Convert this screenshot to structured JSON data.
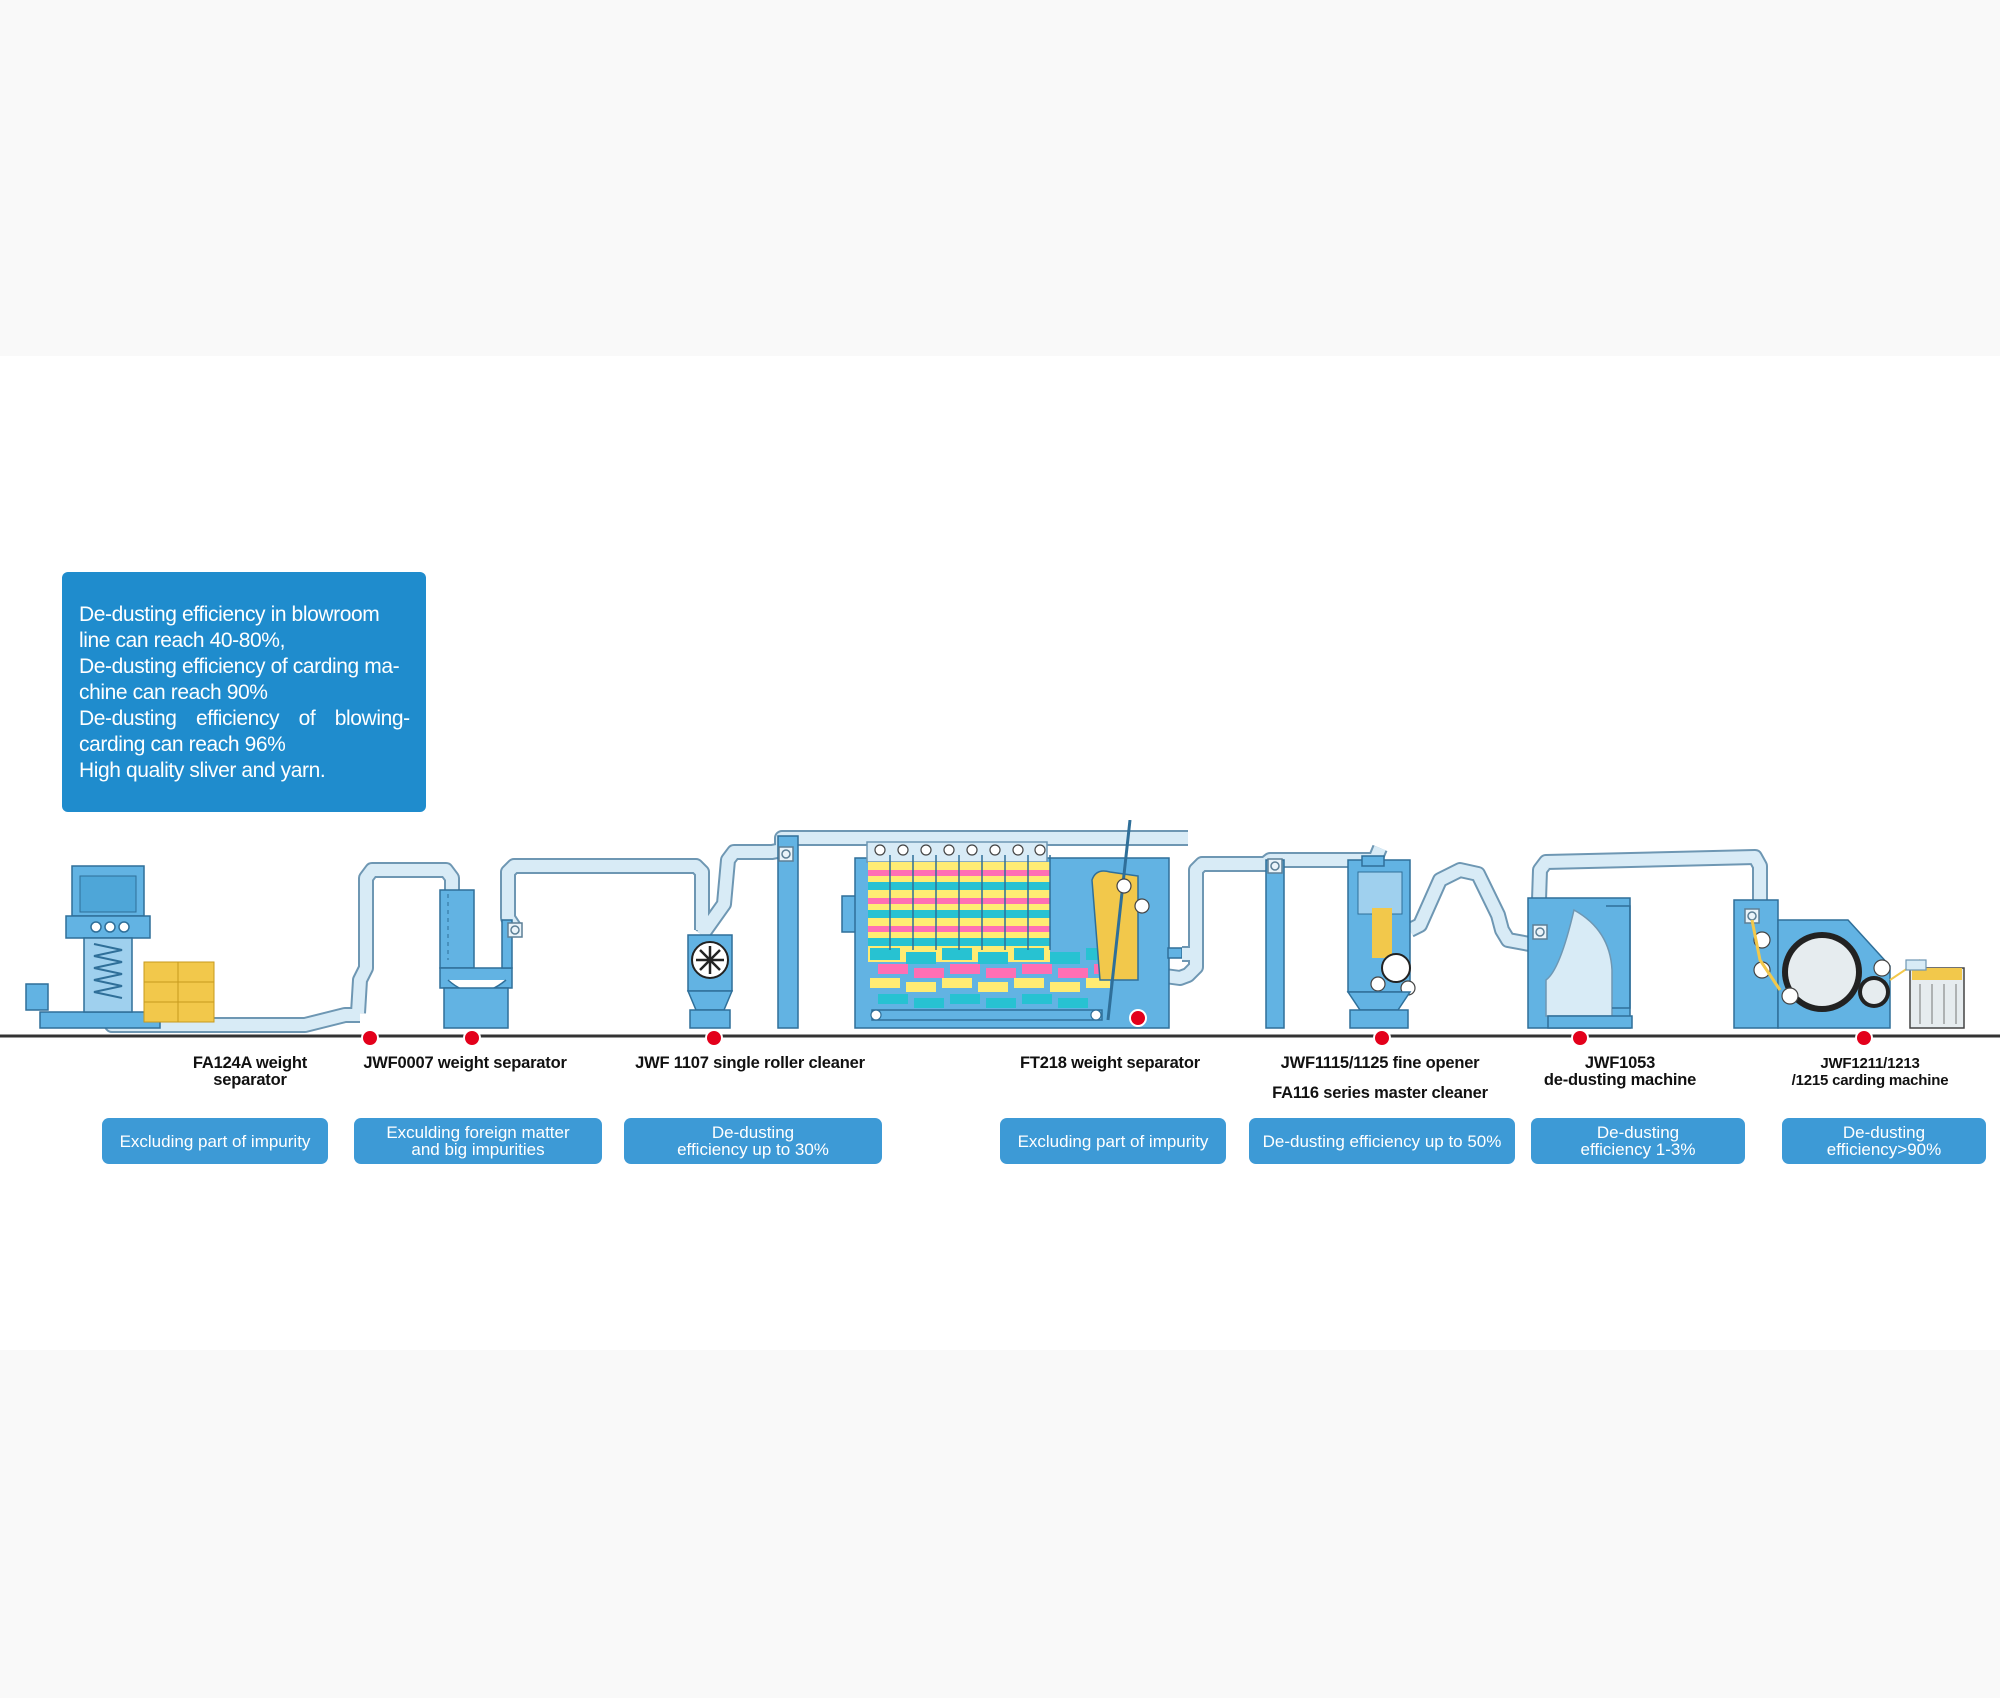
{
  "summary": {
    "lines": [
      "De-dusting efficiency in blowroom",
      "line can reach 40-80%,",
      "De-dusting efficiency of carding ma-",
      "chine can reach 90%",
      "De-dusting efficiency of blowing-",
      "carding can reach 96%",
      "High quality sliver and yarn."
    ]
  },
  "machines": [
    {
      "label": "FA124A weight\nseparator",
      "note": "Excluding part of impurity"
    },
    {
      "label": "JWF0007 weight separator",
      "note": "Exculding foreign matter\nand big impurities"
    },
    {
      "label": "JWF 1107 single roller cleaner",
      "note": "De-dusting\nefficiency up to 30%"
    },
    {
      "label": "FT218 weight separator",
      "note": "Excluding part of impurity"
    },
    {
      "label": "JWF1115/1125 fine opener",
      "label2": "FA116 series master cleaner",
      "note": "De-dusting efficiency up to 50%"
    },
    {
      "label": "JWF1053\nde-dusting machine",
      "note": "De-dusting\nefficiency 1-3%"
    },
    {
      "label": "JWF1211/1213\n/1215 carding machine",
      "note": "De-dusting\nefficiency>90%"
    }
  ],
  "colors": {
    "machine_blue": "#62b3e3",
    "pipe_fill": "#d8ebf6",
    "pipe_stroke": "#6e97b3",
    "pill_blue": "#3d9ad6",
    "summary_blue": "#1f8ccd",
    "marker_red": "#e3001b",
    "cotton_yellow": "#f2c84b"
  }
}
